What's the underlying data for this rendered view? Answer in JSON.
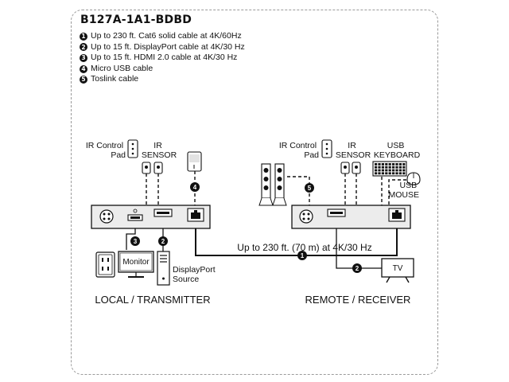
{
  "title": "B127A-1A1-BDBD",
  "legend": [
    {
      "num": "1",
      "text": "Up to 230 ft. Cat6 solid cable at 4K/60Hz"
    },
    {
      "num": "2",
      "text": "Up to 15 ft. DisplayPort cable at 4K/30 Hz"
    },
    {
      "num": "3",
      "text": "Up to 15 ft. HDMI 2.0 cable at 4K/30 Hz"
    },
    {
      "num": "4",
      "text": "Micro USB cable"
    },
    {
      "num": "5",
      "text": "Toslink cable"
    }
  ],
  "labels": {
    "ir_control_pad_left": [
      "IR Control",
      "Pad"
    ],
    "ir_sensor_left": [
      "IR",
      "SENSOR"
    ],
    "ir_control_pad_right": [
      "IR Control",
      "Pad"
    ],
    "ir_sensor_right": [
      "IR",
      "SENSOR"
    ],
    "usb_keyboard": [
      "USB",
      "KEYBOARD"
    ],
    "usb_mouse": [
      "USB",
      "MOUSE"
    ],
    "monitor": "Monitor",
    "displayport_source": [
      "DisplayPort",
      "Source"
    ],
    "tv": "TV",
    "cable_span": "Up to 230 ft. (70 m) at 4K/30 Hz",
    "local": "LOCAL / TRANSMITTER",
    "remote": "REMOTE / RECEIVER"
  },
  "badges": {
    "cat6": "1",
    "dp_left": "2",
    "dp_right": "2",
    "hdmi": "3",
    "usb": "4",
    "toslink": "5"
  },
  "colors": {
    "ink": "#111111",
    "frame": "#9a9a9a",
    "device_fill": "#ececec",
    "screen_fill": "#ffffff"
  }
}
